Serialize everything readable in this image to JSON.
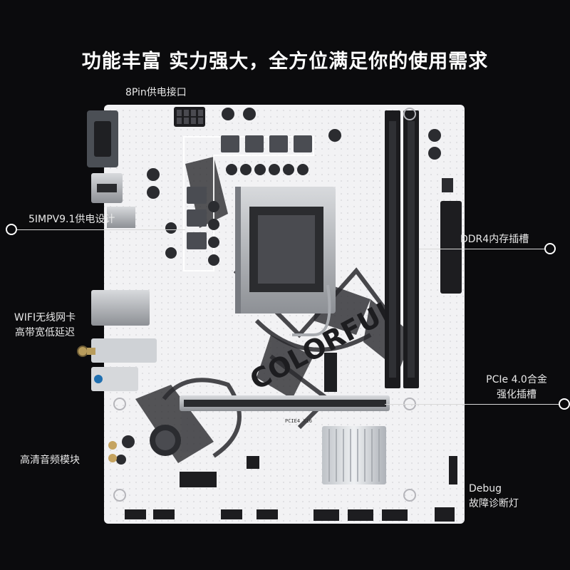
{
  "headline": "功能丰富 实力强大，全方位满足你的使用需求",
  "callouts": {
    "power_connector": "8Pin供电接口",
    "vrm": "5IMPV9.1供电设计",
    "ddr4": "DDR4内存插槽",
    "wifi_line1": "WIFI无线网卡",
    "wifi_line2": "高带宽低延迟",
    "pcie_line1": "PCIe 4.0合金",
    "pcie_line2": "强化插槽",
    "audio": "高清音频模块",
    "debug_line1": "Debug",
    "debug_line2": "故障诊断灯"
  },
  "board": {
    "silkscreen_pcie": "PCIE4 X16",
    "brand_mark": "COLORFUL",
    "board_color": "#f2f2f4",
    "pattern_color": "#2a2a2e",
    "background_color": "#0b0b0d"
  }
}
